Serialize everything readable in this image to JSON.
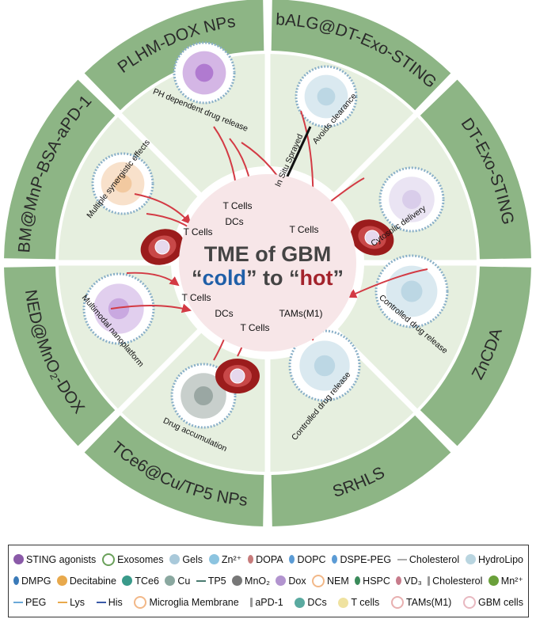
{
  "center": {
    "title": "TME of GBM",
    "q1": "“",
    "cold": "cold",
    "q2": "”",
    "to": " to ",
    "q3": "“",
    "hot": "hot",
    "q4": "”",
    "cells": [
      "T Cells",
      "T Cells",
      "T Cells",
      "T Cells",
      "T Cells",
      "DCs",
      "DCs",
      "TAMs(M1)"
    ]
  },
  "ring_labels": [
    "PLHM-DOX NPs",
    "bALG@DT-Exo-STING",
    "DT-Exo-STING",
    "ZnCDA",
    "SRHLS",
    "TCe6@Cu/TP5 NPs",
    "NED@MnO₂-DOX",
    "BM@MnP-BSA-aPD-1"
  ],
  "captions": [
    "PH dependent drug release",
    "Avoids clearance",
    "In Situ Sprayed",
    "Cytosolic delivery",
    "Controlled drug release",
    "Controlled drug release",
    "Drug accumulation",
    "Multimodal nanoplatform",
    "Multiple synergistic effects"
  ],
  "colors": {
    "ring": "#8db585",
    "inner": "#e6efdf",
    "cold": "#1f5fa8",
    "hot": "#a3232c",
    "arrow": "#d33a44",
    "vessel": "#9b1c1c"
  },
  "legend": [
    [
      {
        "label": "STING agonists",
        "icon": "sting-agonist",
        "color": "#8a5aa8"
      },
      {
        "label": "Exosomes",
        "icon": "exosome",
        "color": "#6aa05a"
      },
      {
        "label": "Gels",
        "icon": "gel",
        "color": "#a9c9da"
      },
      {
        "label": "Zn²⁺",
        "icon": "zinc",
        "color": "#8cc4e0"
      },
      {
        "label": "DOPA",
        "icon": "dopa",
        "color": "#c77b7b"
      },
      {
        "label": "DOPC",
        "icon": "dopc",
        "color": "#5b9bd5"
      },
      {
        "label": "DSPE-PEG",
        "icon": "dspe-peg",
        "color": "#5b9bd5"
      },
      {
        "label": "Cholesterol",
        "icon": "cholesterol-wave",
        "color": "#aaaaaa"
      },
      {
        "label": "HydroLipo",
        "icon": "hydrolipo",
        "color": "#b9d5e0"
      }
    ],
    [
      {
        "label": "DMPG",
        "icon": "dmpg",
        "color": "#3a7ab8"
      },
      {
        "label": "Decitabine",
        "icon": "decitabine",
        "color": "#e8a94c"
      },
      {
        "label": "TCe6",
        "icon": "tce6",
        "color": "#3a9a8a"
      },
      {
        "label": "Cu",
        "icon": "copper",
        "color": "#8aa8a0"
      },
      {
        "label": "TP5",
        "icon": "tp5",
        "color": "#4a7a70"
      },
      {
        "label": "MnO₂",
        "icon": "mno2",
        "color": "#777777"
      },
      {
        "label": "Dox",
        "icon": "dox",
        "color": "#b294cf"
      },
      {
        "label": "NEM",
        "icon": "nem",
        "color": "#f2b888"
      },
      {
        "label": "HSPC",
        "icon": "hspc",
        "color": "#3a8a5a"
      },
      {
        "label": "VD₃",
        "icon": "vd3",
        "color": "#c77b8b"
      },
      {
        "label": "Cholesterol",
        "icon": "cholesterol-bar",
        "color": "#999999"
      },
      {
        "label": "Mn²⁺",
        "icon": "manganese",
        "color": "#6aa03a"
      }
    ],
    [
      {
        "label": "PEG",
        "icon": "peg",
        "color": "#6aa8d8"
      },
      {
        "label": "Lys",
        "icon": "lys",
        "color": "#e8a94c"
      },
      {
        "label": "His",
        "icon": "his",
        "color": "#3a5aa8"
      },
      {
        "label": "Microglia Membrane",
        "icon": "microglia-membrane",
        "color": "#f2b888"
      },
      {
        "label": "aPD-1",
        "icon": "apd1",
        "color": "#999999"
      },
      {
        "label": "DCs",
        "icon": "dc",
        "color": "#5aaaa0"
      },
      {
        "label": "T cells",
        "icon": "t-cell",
        "color": "#efe2a0"
      },
      {
        "label": "TAMs(M1)",
        "icon": "tam",
        "color": "#e8b0b0"
      },
      {
        "label": "GBM cells",
        "icon": "gbm-cell",
        "color": "#e8b8c0"
      }
    ]
  ]
}
